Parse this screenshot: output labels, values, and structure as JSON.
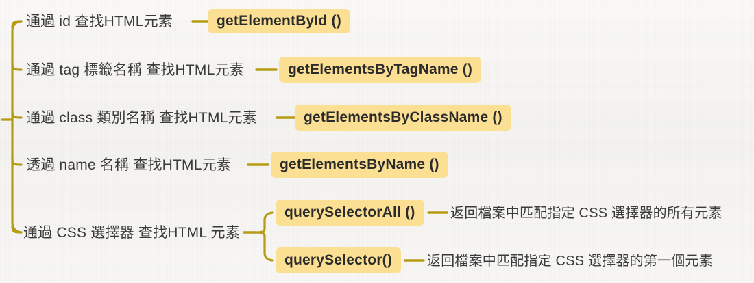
{
  "diagram": {
    "type": "bracket-mindmap",
    "title": "",
    "theme": {
      "background": "#f7f6f4",
      "connector_color": "#b69b13",
      "pill_background": "#fbdf93",
      "pill_text_color": "#2b2b2b",
      "label_text_color": "#3b3b3b"
    },
    "branches": [
      {
        "label": "通過 id 查找HTML元素",
        "method": "getElementById ()",
        "descriptions": []
      },
      {
        "label": "通過 tag 標籤名稱 查找HTML元素",
        "method": "getElementsByTagName ()",
        "descriptions": []
      },
      {
        "label": "通過 class 類別名稱 查找HTML元素",
        "method": "getElementsByClassName ()",
        "descriptions": []
      },
      {
        "label": "透過 name 名稱 查找HTML元素",
        "method": "getElementsByName ()",
        "descriptions": []
      },
      {
        "label": "通過 CSS 選擇器 查找HTML 元素",
        "method": "",
        "children": [
          {
            "method": "querySelectorAll ()",
            "description": "返回檔案中匹配指定 CSS 選擇器的所有元素"
          },
          {
            "method": "querySelector()",
            "description": "返回檔案中匹配指定 CSS 選擇器的第一個元素"
          }
        ]
      }
    ]
  }
}
